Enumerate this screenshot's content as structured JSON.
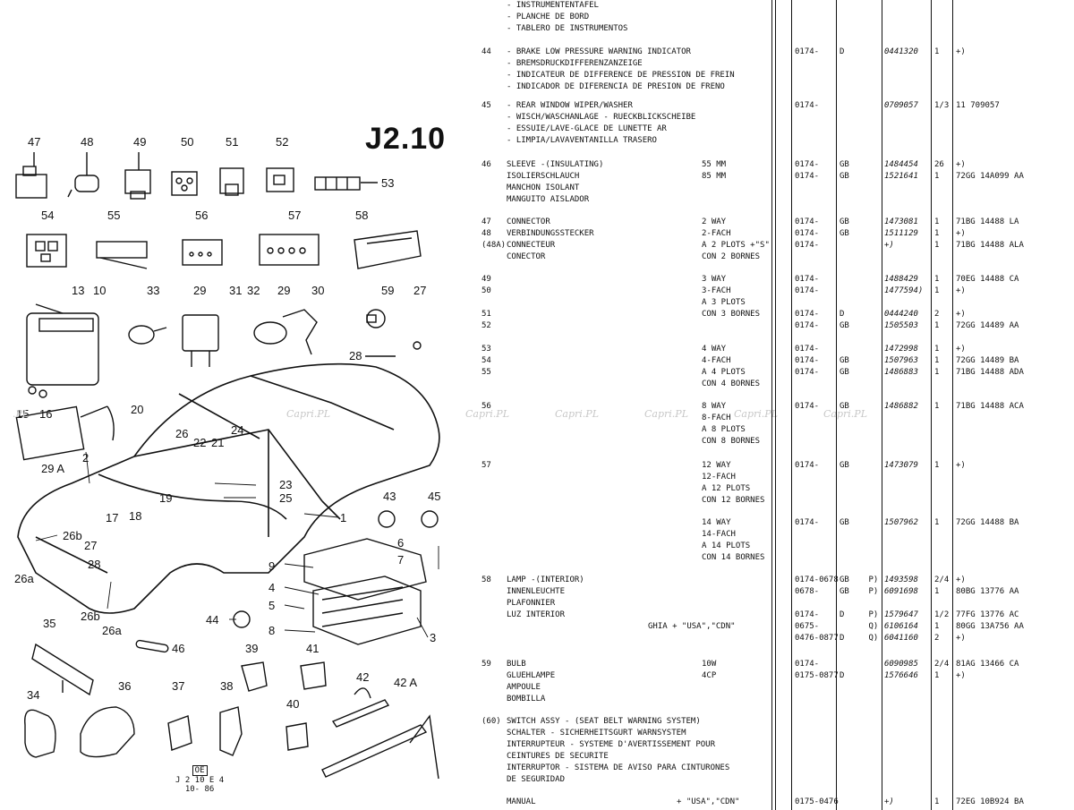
{
  "sheet_id": "J2.10",
  "stamp": {
    "box": "OE",
    "code": "J 2 10 E 4",
    "date": "10- 86"
  },
  "watermark": [
    ".PL",
    "Capri.PL",
    "Capri.PL",
    "Capri.PL",
    "Capri.PL",
    "Capri.PL",
    "Capri.PL"
  ],
  "callouts": [
    "47",
    "48",
    "49",
    "50",
    "51",
    "52",
    "53",
    "54",
    "55",
    "56",
    "57",
    "58",
    "13",
    "10",
    "33",
    "29",
    "31",
    "32",
    "29",
    "30",
    "59",
    "27",
    "28",
    "15",
    "16",
    "20",
    "29 A",
    "2",
    "26",
    "22",
    "21",
    "24",
    "23",
    "25",
    "19",
    "17",
    "18",
    "1",
    "43",
    "45",
    "26b",
    "27",
    "28",
    "6",
    "7",
    "9",
    "4",
    "5",
    "8",
    "3",
    "26a",
    "26b",
    "26a",
    "44",
    "35",
    "46",
    "39",
    "41",
    "42",
    "34",
    "36",
    "37",
    "38",
    "40",
    "42 A"
  ],
  "table": {
    "rows": [
      {
        "ref": "",
        "desc": [
          "- INSTRUMENTENTAFEL",
          "- PLANCHE DE BORD",
          "- TABLERO DE INSTRUMENTOS"
        ],
        "spec": [],
        "date": [],
        "code": [],
        "pn": [],
        "qty": [],
        "rem": []
      },
      {
        "ref": "44",
        "desc": [
          "- BRAKE LOW PRESSURE WARNING INDICATOR",
          "- BREMSDRUCKDIFFERENZANZEIGE",
          "- INDICATEUR DE DIFFERENCE DE PRESSION DE FREIN",
          "- INDICADOR DE DIFERENCIA DE PRESION DE FRENO"
        ],
        "spec": [],
        "date": [
          "0174-"
        ],
        "code": [
          "D"
        ],
        "pn": [
          "0441320"
        ],
        "qty": [
          "1"
        ],
        "rem": [
          "+)"
        ]
      },
      {
        "ref": "45",
        "desc": [
          "- REAR WINDOW WIPER/WASHER",
          "- WISCH/WASCHANLAGE - RUECKBLICKSCHEIBE",
          "- ESSUIE/LAVE-GLACE DE LUNETTE AR",
          "- LIMPIA/LAVAVENTANILLA TRASERO"
        ],
        "spec": [],
        "date": [
          "0174-"
        ],
        "code": [
          ""
        ],
        "pn": [
          "0709057"
        ],
        "qty": [
          "1/3"
        ],
        "rem": [
          "11 709057"
        ]
      },
      {
        "ref": "46",
        "desc": [
          "SLEEVE -(INSULATING)",
          "ISOLIERSCHLAUCH",
          "MANCHON ISOLANT",
          "MANGUITO AISLADOR"
        ],
        "spec": [
          "55 MM",
          "85 MM"
        ],
        "date": [
          "0174-",
          "0174-"
        ],
        "code": [
          "GB",
          "GB"
        ],
        "pn": [
          "1484454",
          "1521641"
        ],
        "qty": [
          "26",
          "1"
        ],
        "rem": [
          "+)",
          "72GG 14A099 AA"
        ]
      },
      {
        "ref": "47\n48\n(48A)",
        "desc": [
          "CONNECTOR",
          "VERBINDUNGSSTECKER",
          "CONNECTEUR",
          "CONECTOR"
        ],
        "spec": [
          "2 WAY",
          "2-FACH",
          "A 2 PLOTS +\"S\"",
          "CON 2 BORNES"
        ],
        "date": [
          "0174-",
          "0174-",
          "0174-"
        ],
        "code": [
          "GB",
          "GB",
          ""
        ],
        "pn": [
          "1473081",
          "1511129",
          "+)"
        ],
        "qty": [
          "1",
          "1",
          "1"
        ],
        "rem": [
          "71BG 14488 LA",
          "+)",
          "71BG 14488 ALA"
        ]
      },
      {
        "ref": "49\n50\n\n51\n52",
        "desc": [],
        "spec": [
          "3 WAY",
          "3-FACH",
          "A 3 PLOTS",
          "CON 3 BORNES",
          ""
        ],
        "date": [
          "0174-",
          "0174-",
          "",
          "0174-",
          "0174-"
        ],
        "code": [
          "",
          "",
          "",
          "D",
          "GB"
        ],
        "pn": [
          "1488429",
          "1477594)",
          "",
          "0444240",
          "1505503"
        ],
        "qty": [
          "1",
          "1",
          "",
          "2",
          "1"
        ],
        "rem": [
          "70EG 14488 CA",
          "+)",
          "",
          "+)",
          "72GG 14489 AA"
        ]
      },
      {
        "ref": "53\n54\n55",
        "desc": [],
        "spec": [
          "4 WAY",
          "4-FACH",
          "A 4 PLOTS",
          "CON 4 BORNES"
        ],
        "date": [
          "0174-",
          "0174-",
          "0174-"
        ],
        "code": [
          "",
          "GB",
          "GB"
        ],
        "pn": [
          "1472998",
          "1507963",
          "1486883"
        ],
        "qty": [
          "1",
          "1",
          "1"
        ],
        "rem": [
          "+)",
          "72GG 14489 BA",
          "71BG 14488 ADA"
        ]
      },
      {
        "ref": "56",
        "desc": [],
        "spec": [
          "8 WAY",
          "8-FACH",
          "A 8 PLOTS",
          "CON 8 BORNES"
        ],
        "date": [
          "0174-"
        ],
        "code": [
          "GB"
        ],
        "pn": [
          "1486882"
        ],
        "qty": [
          "1"
        ],
        "rem": [
          "71BG 14488 ACA"
        ]
      },
      {
        "ref": "57",
        "desc": [],
        "spec": [
          "12 WAY",
          "12-FACH",
          "A 12 PLOTS",
          "CON 12 BORNES"
        ],
        "date": [
          "0174-"
        ],
        "code": [
          "GB"
        ],
        "pn": [
          "1473079"
        ],
        "qty": [
          "1"
        ],
        "rem": [
          "+)"
        ]
      },
      {
        "ref": "",
        "desc": [],
        "spec": [
          "14 WAY",
          "14-FACH",
          "A 14 PLOTS",
          "CON 14 BORNES"
        ],
        "date": [
          "0174-"
        ],
        "code": [
          "GB"
        ],
        "pn": [
          "1507962"
        ],
        "qty": [
          "1"
        ],
        "rem": [
          "72GG 14488 BA"
        ]
      },
      {
        "ref": "58",
        "desc": [
          "LAMP -(INTERIOR)",
          "INNENLEUCHTE",
          "PLAFONNIER",
          "LUZ INTERIOR",
          "GHIA + \"USA\",\"CDN\""
        ],
        "spec": [],
        "date": [
          "0174-0678",
          "0678-",
          "",
          "0174-",
          "0675-",
          "0476-0877"
        ],
        "code": [
          "GB    P)",
          "GB    P)",
          "",
          "D     P)",
          "      Q)",
          "D     Q)"
        ],
        "pn": [
          "1493598",
          "6091698",
          "",
          "1579647",
          "6106164",
          "6041160"
        ],
        "qty": [
          "2/4",
          "1",
          "",
          "1/2",
          "1",
          "2"
        ],
        "rem": [
          "+)",
          "80BG 13776 AA",
          "",
          "77FG 13776 AC",
          "80GG 13A756 AA",
          "+)"
        ]
      },
      {
        "ref": "59",
        "desc": [
          "BULB",
          "GLUEHLAMPE",
          "AMPOULE",
          "BOMBILLA"
        ],
        "spec": [
          "10W",
          "4CP"
        ],
        "date": [
          "0174-",
          "0175-0877"
        ],
        "code": [
          "",
          "D"
        ],
        "pn": [
          "6090985",
          "1576646"
        ],
        "qty": [
          "2/4",
          "1"
        ],
        "rem": [
          "81AG 13466 CA",
          "+)"
        ]
      },
      {
        "ref": "(60)",
        "desc": [
          "SWITCH ASSY - (SEAT BELT WARNING SYSTEM)",
          "SCHALTER - SICHERHEITSGURT WARNSYSTEM",
          "INTERRUPTEUR - SYSTEME D'AVERTISSEMENT POUR",
          "CEINTURES DE SECURITE",
          "INTERRUPTOR - SISTEMA DE AVISO PARA CINTURONES",
          "DE SEGURIDAD"
        ],
        "spec": [],
        "date": [],
        "code": [],
        "pn": [],
        "qty": [],
        "rem": []
      },
      {
        "ref": "",
        "desc": [
          "MANUAL"
        ],
        "spec": [
          "+ \"USA\",\"CDN\""
        ],
        "date": [
          "0175-0476"
        ],
        "code": [
          ""
        ],
        "pn": [
          "+)"
        ],
        "qty": [
          "1"
        ],
        "rem": [
          "72EG 10B924 BA"
        ]
      }
    ]
  }
}
